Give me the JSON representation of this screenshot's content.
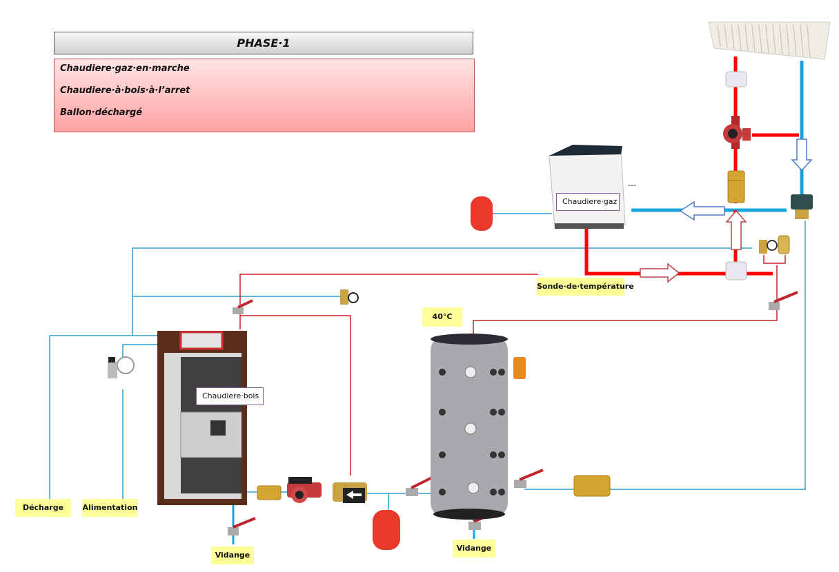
{
  "phase": {
    "title": "PHASE·1",
    "lines": [
      "Chaudiere·gaz·en·marche",
      "Chaudiere·à·bois·à·l’arret",
      "Ballon·déchargé"
    ]
  },
  "components": {
    "gas_boiler_label": "Chaudiere·gaz",
    "wood_boiler_label": "Chaudiere·bois",
    "gas_boiler_dashes": "---"
  },
  "tags": {
    "temperature_probe": "Sonde·de·température",
    "tank_temperature": "40°C",
    "discharge": "Décharge",
    "supply": "Alimentation",
    "drain_wood_boiler": "Vidange",
    "drain_tank": "Vidange"
  },
  "colors": {
    "hot_pipe": "#ff0000",
    "cold_pipe": "#19a6dd",
    "thin_hot": "#cc2222",
    "thin_cold": "#2aa3cc",
    "label_bg": "#ffff99",
    "phase_box_top": "#ffe4e4",
    "phase_box_bottom": "#ffa2a2",
    "expansion_vessel": "#e8392a",
    "brass": "#d4a531",
    "tank": "#a9a9ad"
  }
}
